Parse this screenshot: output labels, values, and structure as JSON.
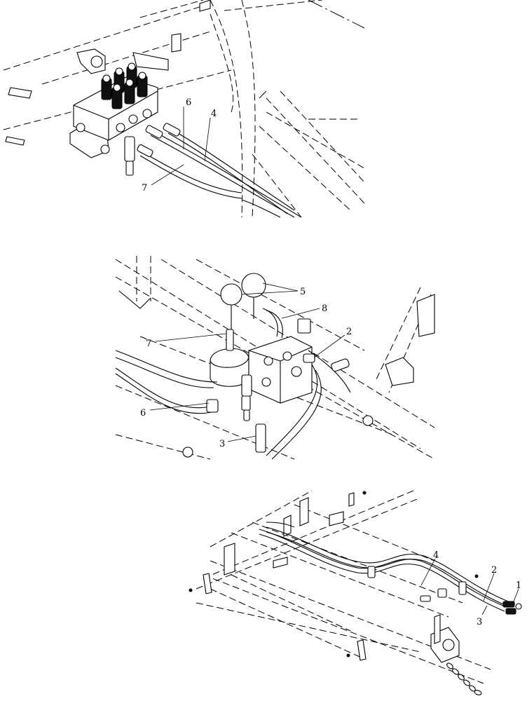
{
  "panels": [
    {
      "id": "top",
      "callouts": [
        {
          "label": "6"
        },
        {
          "label": "4"
        },
        {
          "label": "7"
        }
      ]
    },
    {
      "id": "middle",
      "callouts": [
        {
          "label": "5"
        },
        {
          "label": "8"
        },
        {
          "label": "7"
        },
        {
          "label": "2"
        },
        {
          "label": "6"
        },
        {
          "label": "3"
        }
      ]
    },
    {
      "id": "bottom",
      "callouts": [
        {
          "label": "4"
        },
        {
          "label": "2"
        },
        {
          "label": "1"
        },
        {
          "label": "3"
        }
      ]
    }
  ]
}
